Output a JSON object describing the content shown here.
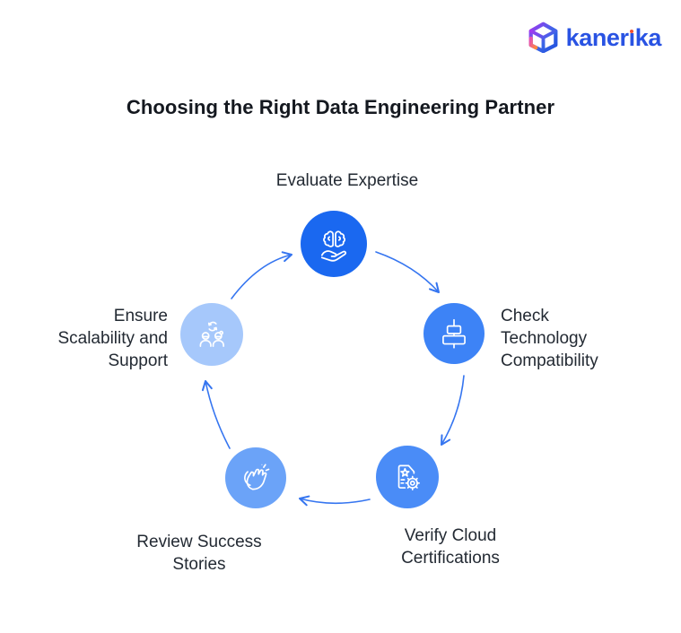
{
  "brand": {
    "name": "kanerika",
    "name_pre_i": "kaner",
    "name_i_glyph": "ı",
    "name_post_i": "ka",
    "wordmark_color": "#2953e3",
    "i_dot_color": "#f4502e"
  },
  "title": {
    "text": "Choosing the Right Data Engineering Partner",
    "color": "#14181f"
  },
  "diagram": {
    "type": "cycle",
    "direction": "clockwise",
    "arrow_color": "#3575f0",
    "label_color": "#232a33",
    "icon_stroke": "#ffffff",
    "steps": [
      {
        "id": "evaluate-expertise",
        "label": "Evaluate Expertise",
        "icon": "brain-in-hand-icon",
        "circle_color": "#1a68f0",
        "position": "top"
      },
      {
        "id": "check-technology-compatibility",
        "label": "Check Technology Compatibility",
        "icon": "align-center-icon",
        "circle_color": "#3d83f6",
        "position": "right"
      },
      {
        "id": "verify-cloud-certifications",
        "label": "Verify Cloud Certifications",
        "icon": "certificate-gear-icon",
        "circle_color": "#4a8cf7",
        "position": "bottom-right"
      },
      {
        "id": "review-success-stories",
        "label": "Review Success Stories",
        "icon": "clapping-hands-icon",
        "circle_color": "#6ba3f8",
        "position": "bottom-left"
      },
      {
        "id": "ensure-scalability-support",
        "label": "Ensure Scalability and Support",
        "icon": "team-sync-icon",
        "circle_color": "#a6c8fb",
        "position": "left"
      }
    ]
  }
}
